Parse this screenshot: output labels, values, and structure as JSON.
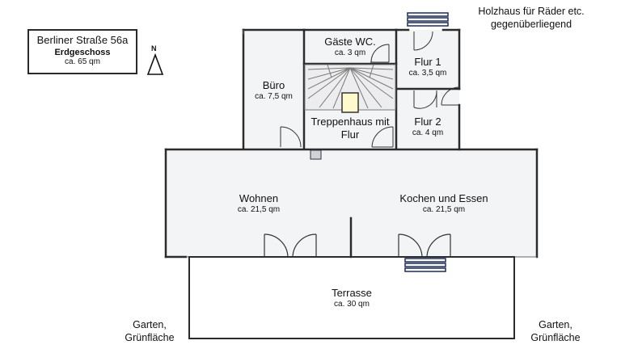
{
  "header": {
    "address": "Berliner Straße 56a",
    "floor": "Erdgeschoss",
    "total_area": "ca. 65 qm"
  },
  "north_label": "N",
  "note_top_right": {
    "line1": "Holzhaus für Räder etc.",
    "line2": "gegenüberliegend"
  },
  "garden_left": {
    "line1": "Garten,",
    "line2": "Grünfläche"
  },
  "garden_right": {
    "line1": "Garten,",
    "line2": "Grünfläche"
  },
  "rooms": {
    "buero": {
      "name": "Büro",
      "area": "ca. 7,5 qm"
    },
    "gaeste_wc": {
      "name": "Gäste WC.",
      "area": "ca. 3 qm"
    },
    "flur1": {
      "name": "Flur 1",
      "area": "ca. 3,5 qm"
    },
    "treppenhaus": {
      "line1": "Treppenhaus mit",
      "line2": "Flur"
    },
    "flur2": {
      "name": "Flur 2",
      "area": "ca. 4 qm"
    },
    "wohnen": {
      "name": "Wohnen",
      "area": "ca. 21,5 qm"
    },
    "kochen": {
      "name": "Kochen und Essen",
      "area": "ca. 21,5 qm"
    },
    "terrasse": {
      "name": "Terrasse",
      "area": "ca. 30 qm"
    }
  },
  "colors": {
    "wall": "#2b2b2b",
    "floor_fill": "#f3f4f6",
    "line": "#555555"
  }
}
